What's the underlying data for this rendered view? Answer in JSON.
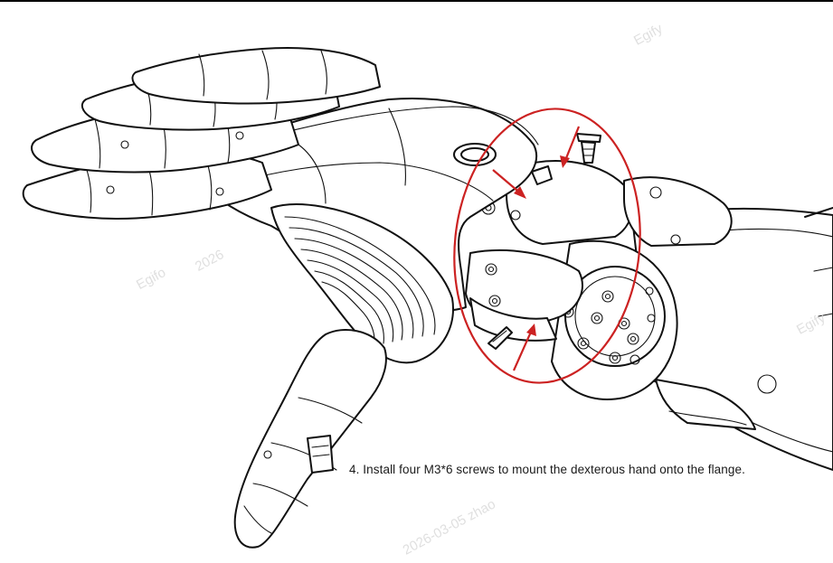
{
  "caption": "4. Install four M3*6 screws to mount the dexterous hand onto the flange.",
  "watermarks": [
    "Egifo",
    "2026",
    "Egify",
    "2026-03-05 zhao",
    "Egify"
  ],
  "colors": {
    "line": "#111111",
    "highlight": "#cc2222",
    "background": "#ffffff"
  },
  "icons": {
    "highlight_circle": "red-ellipse-icon",
    "arrows": "red-arrow-icon",
    "screws": "screw-icon"
  }
}
